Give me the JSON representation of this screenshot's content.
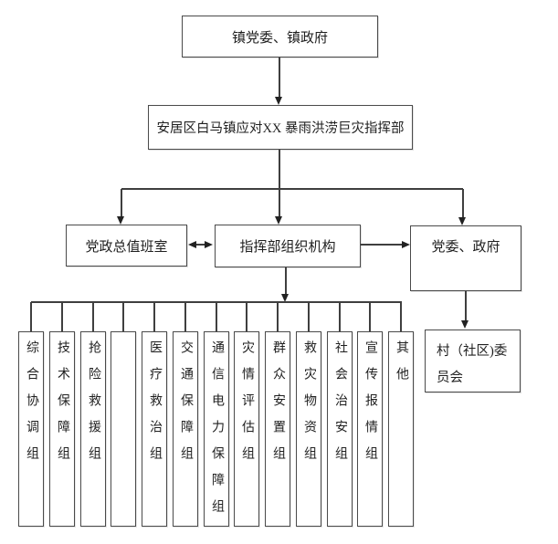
{
  "diagram": {
    "top_box": "镇党委、镇政府",
    "hq_box": "安居区白马镇应对XX 暴雨洪涝巨灾指挥部",
    "duty_box": "党政总值班室",
    "org_box": "指挥部组织机构",
    "party_gov_box": "党委、政府",
    "village_box": "村（社区)委员会",
    "groups": [
      "综合协调组",
      "技术保障组",
      "抢险救援组",
      "",
      "医疗救治组",
      "交通保障组",
      "通信电力保障组",
      "灾情评估组",
      "群众安置组",
      "救灾物资组",
      "社会治安组",
      "宣传报情组",
      "其他"
    ],
    "colors": {
      "line": "#3f3f3f",
      "border": "#4a4a4a",
      "text": "#1f1f1f",
      "background": "#ffffff"
    }
  }
}
